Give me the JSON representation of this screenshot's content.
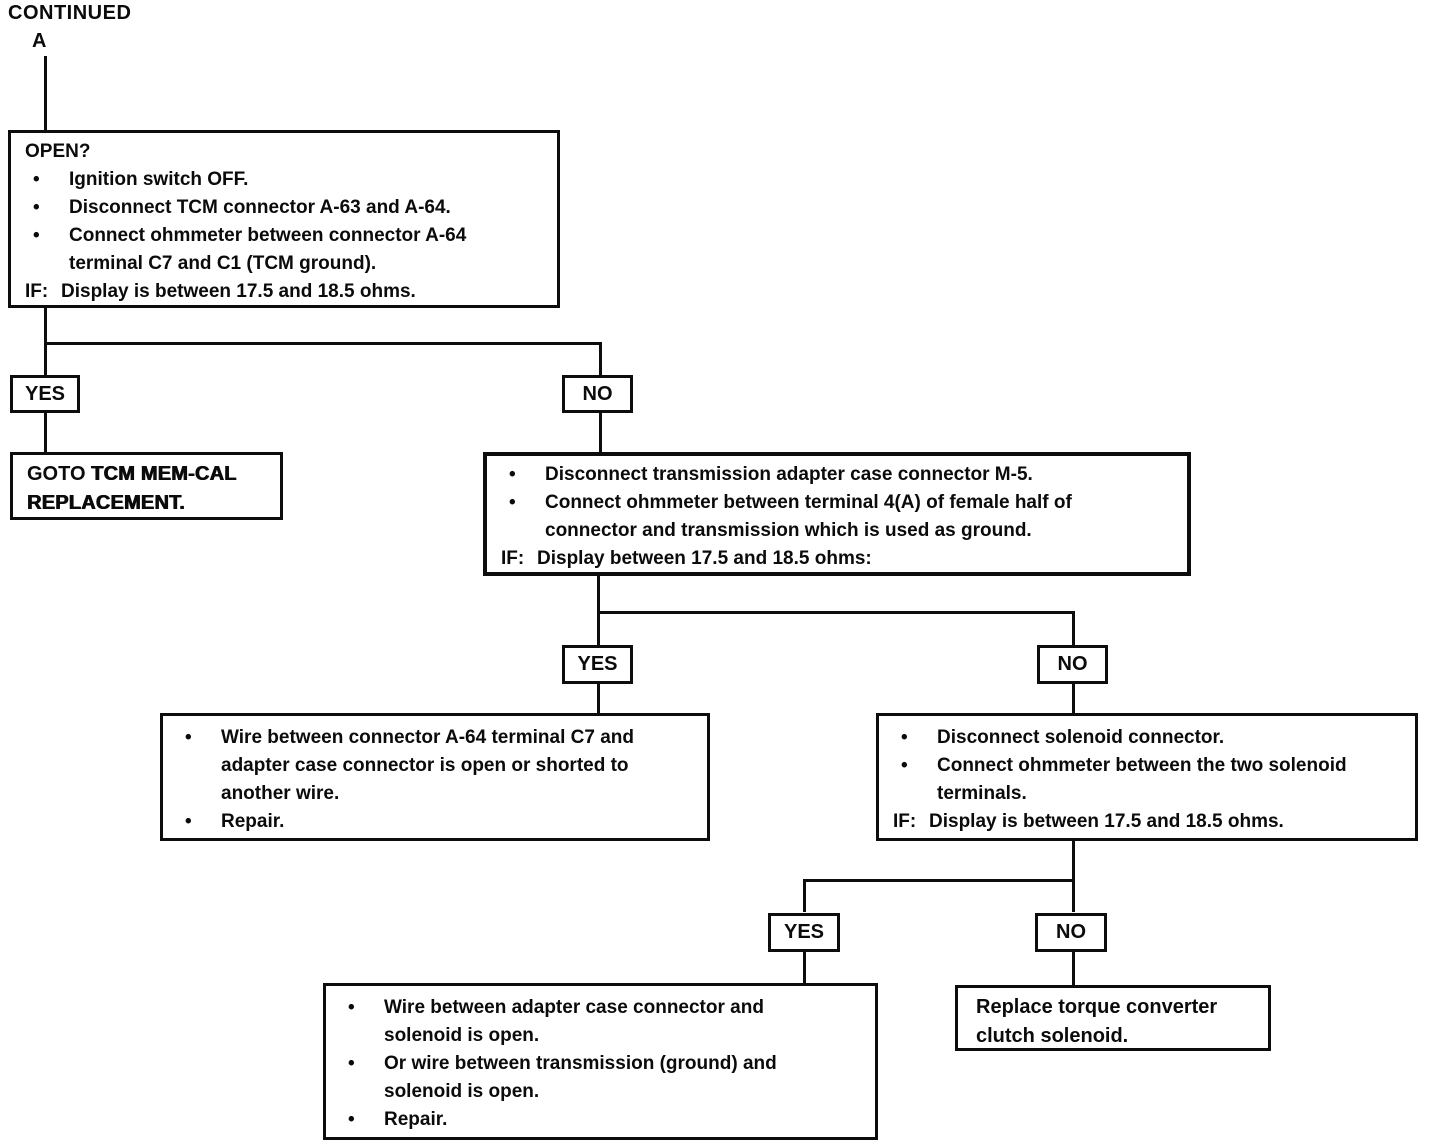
{
  "colors": {
    "ink": "#0b0b0b",
    "paper": "#ffffff"
  },
  "glyphs": {
    "bullet": "•"
  },
  "header": {
    "continued": "CONTINUED",
    "connector": "A"
  },
  "labels": {
    "yes": "YES",
    "no": "NO"
  },
  "nodes": {
    "open_check": {
      "title": "OPEN?",
      "bullets": [
        "Ignition switch OFF.",
        "Disconnect TCM connector A-63 and A-64.",
        "Connect ohmmeter between connector A-64\nterminal C7 and C1 (TCM ground)."
      ],
      "if_label": "IF:",
      "if_text": "Display is between 17.5 and 18.5 ohms."
    },
    "goto_replacement": {
      "prefix": "GOTO ",
      "strong": "TCM MEM-CAL\nREPLACEMENT."
    },
    "adapter_check": {
      "bullets": [
        "Disconnect transmission adapter case connector M-5.",
        "Connect ohmmeter between terminal 4(A) of female half of\nconnector and transmission which is used as ground."
      ],
      "if_label": "IF:",
      "if_text": "Display between 17.5 and 18.5 ohms:"
    },
    "wire_a64_repair": {
      "bullets": [
        "Wire between connector A-64 terminal C7 and\nadapter case connector is open or shorted to\nanother wire.",
        "Repair."
      ]
    },
    "solenoid_check": {
      "bullets": [
        "Disconnect solenoid connector.",
        "Connect ohmmeter between the two solenoid\nterminals."
      ],
      "if_label": "IF:",
      "if_text": "Display is between 17.5 and 18.5 ohms."
    },
    "wire_solenoid_repair": {
      "bullets": [
        "Wire between adapter case connector and\nsolenoid is open.",
        "Or wire between transmission (ground) and\nsolenoid is open.",
        "Repair."
      ]
    },
    "replace_solenoid": {
      "text": "Replace torque converter\nclutch solenoid."
    }
  }
}
